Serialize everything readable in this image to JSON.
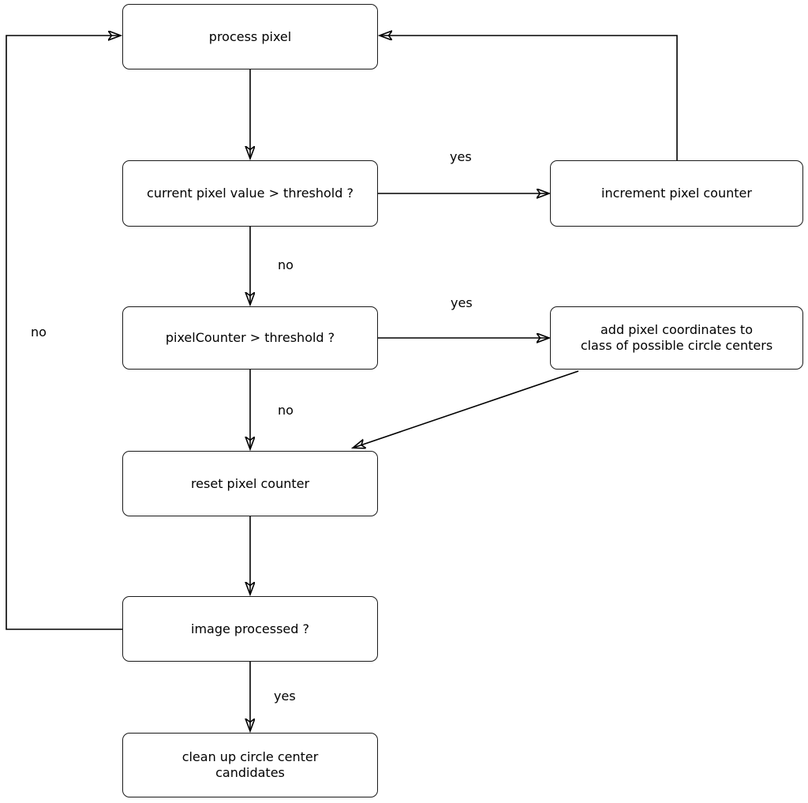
{
  "diagram": {
    "background": "#ffffff",
    "stroke_color": "#000000",
    "box_fill": "#ffffff",
    "text_color": "#000000",
    "nodes": {
      "process_pixel": "process pixel",
      "pixel_threshold": "current pixel value > threshold ?",
      "increment_counter": "increment pixel counter",
      "counter_threshold": "pixelCounter > threshold ?",
      "add_coordinates": [
        "add pixel coordinates to",
        "class of possible circle centers"
      ],
      "reset_counter": "reset pixel counter",
      "image_processed": "image processed ?",
      "clean_up": [
        "clean up circle center",
        "candidates"
      ]
    },
    "edge_labels": {
      "pixel_threshold_yes": "yes",
      "pixel_threshold_no": "no",
      "counter_threshold_yes": "yes",
      "counter_threshold_no": "no",
      "image_processed_yes": "yes",
      "image_processed_no": "no"
    }
  }
}
